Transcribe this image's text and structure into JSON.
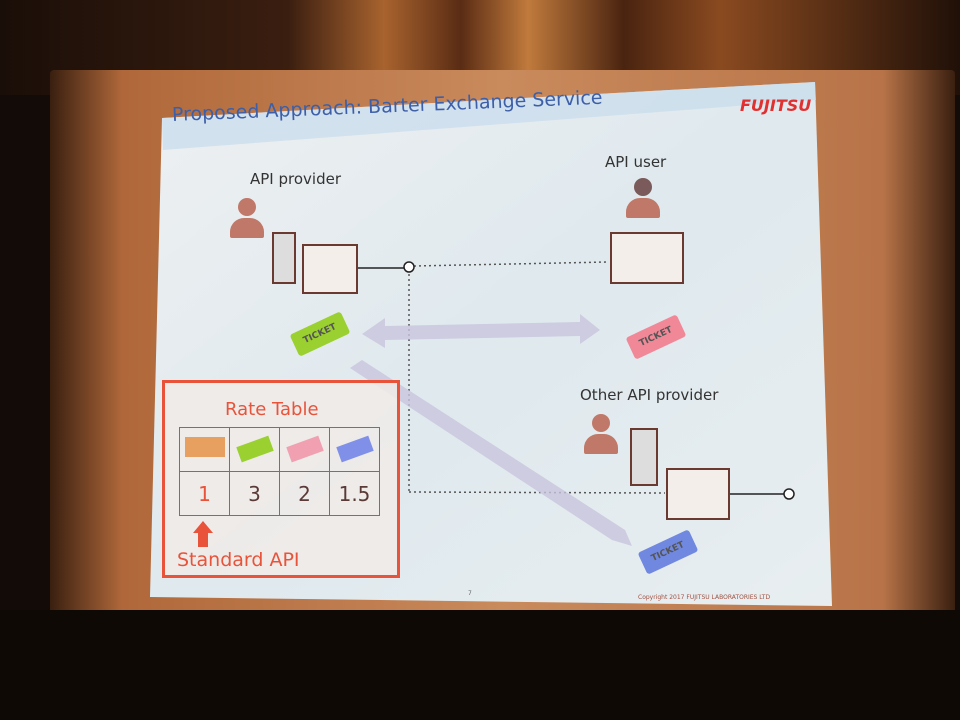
{
  "slide": {
    "title": "Proposed Approach: Barter Exchange Service",
    "logo": "FUJITSU",
    "api_provider_label": "API provider",
    "api_user_label": "API user",
    "other_provider_label": "Other API provider",
    "ticket_label": "TICKET",
    "rate_table": {
      "title": "Rate Table",
      "values": [
        "1",
        "3",
        "2",
        "1.5"
      ],
      "footnote": "Standard API"
    },
    "page_number": "7",
    "copyright": "Copyright 2017 FUJITSU LABORATORIES LTD",
    "colors": {
      "accent": "#e8533a",
      "title": "#3d5fa8",
      "ticket_green": "#9ad030",
      "ticket_pink": "#f08898",
      "ticket_blue": "#7088e0"
    }
  }
}
